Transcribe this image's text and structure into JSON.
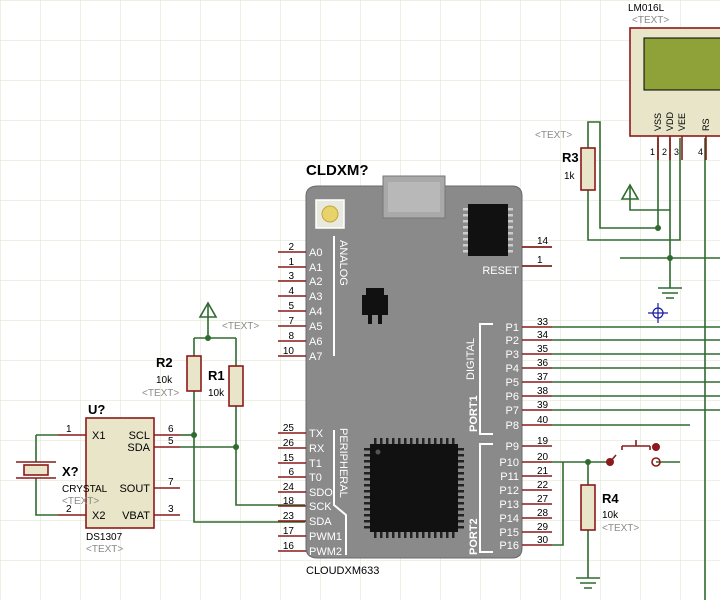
{
  "colors": {
    "background": "#ffffff",
    "grid": "#dfe1c9",
    "wire": "#2e6b2e",
    "component_outline": "#8b1a1a",
    "component_fill": "#e8e5c9",
    "board": "#8a8a8a",
    "label": "#000000",
    "placeholder": "#8a8a8a",
    "pin": "#8b1a1a",
    "lcd_screen": "#8fa23a",
    "probe": "#1a1aa0"
  },
  "board": {
    "ref": "CLDXM?",
    "part": "CLOUDXM633",
    "section_analog": "ANALOG",
    "section_digital": "DIGITAL",
    "section_peripheral": "PERIPHERAL",
    "port1": "PORT1",
    "port2": "PORT2",
    "left_pins": [
      {
        "num": "2",
        "name": "A0"
      },
      {
        "num": "1",
        "name": "A1"
      },
      {
        "num": "3",
        "name": "A2"
      },
      {
        "num": "4",
        "name": "A3"
      },
      {
        "num": "5",
        "name": "A4"
      },
      {
        "num": "7",
        "name": "A5"
      },
      {
        "num": "8",
        "name": "A6"
      },
      {
        "num": "10",
        "name": "A7"
      },
      {
        "num": "25",
        "name": "TX"
      },
      {
        "num": "26",
        "name": "RX"
      },
      {
        "num": "15",
        "name": "T1"
      },
      {
        "num": "6",
        "name": "T0"
      },
      {
        "num": "24",
        "name": "SDO"
      },
      {
        "num": "18",
        "name": "SCK"
      },
      {
        "num": "23",
        "name": "SDA"
      },
      {
        "num": "17",
        "name": "PWM1"
      },
      {
        "num": "16",
        "name": "PWM2"
      }
    ],
    "top_right_pins": [
      {
        "num": "14",
        "name": ""
      },
      {
        "num": "1",
        "name": "RESET"
      }
    ],
    "right_pins": [
      {
        "num": "33",
        "name": "P1"
      },
      {
        "num": "34",
        "name": "P2"
      },
      {
        "num": "35",
        "name": "P3"
      },
      {
        "num": "36",
        "name": "P4"
      },
      {
        "num": "37",
        "name": "P5"
      },
      {
        "num": "38",
        "name": "P6"
      },
      {
        "num": "39",
        "name": "P7"
      },
      {
        "num": "40",
        "name": "P8"
      },
      {
        "num": "19",
        "name": "P9"
      },
      {
        "num": "20",
        "name": "P10"
      },
      {
        "num": "21",
        "name": "P11"
      },
      {
        "num": "22",
        "name": "P12"
      },
      {
        "num": "27",
        "name": "P13"
      },
      {
        "num": "28",
        "name": "P14"
      },
      {
        "num": "29",
        "name": "P15"
      },
      {
        "num": "30",
        "name": "P16"
      }
    ]
  },
  "rtc": {
    "ref": "U?",
    "part": "DS1307",
    "text": "<TEXT>",
    "left_pins": [
      {
        "num": "1",
        "name": "X1"
      },
      {
        "num": "2",
        "name": "X2"
      }
    ],
    "right_pins": [
      {
        "num": "6",
        "name": "SCL"
      },
      {
        "num": "5",
        "name": "SDA"
      },
      {
        "num": "7",
        "name": "SOUT"
      },
      {
        "num": "3",
        "name": "VBAT"
      }
    ]
  },
  "crystal": {
    "ref": "X?",
    "part": "CRYSTAL",
    "text": "<TEXT>"
  },
  "r1": {
    "ref": "R1",
    "value": "10k"
  },
  "r2": {
    "ref": "R2",
    "value": "10k",
    "text": "<TEXT>"
  },
  "r3": {
    "ref": "R3",
    "value": "1k",
    "text": "<TEXT>"
  },
  "r4": {
    "ref": "R4",
    "value": "10k",
    "text": "<TEXT>"
  },
  "power_text": "<TEXT>",
  "lcd": {
    "ref": "LM016L",
    "text": "<TEXT>",
    "pins": [
      {
        "num": "1",
        "name": "VSS"
      },
      {
        "num": "2",
        "name": "VDD"
      },
      {
        "num": "3",
        "name": "VEE"
      },
      {
        "num": "4",
        "name": "RS"
      }
    ]
  }
}
